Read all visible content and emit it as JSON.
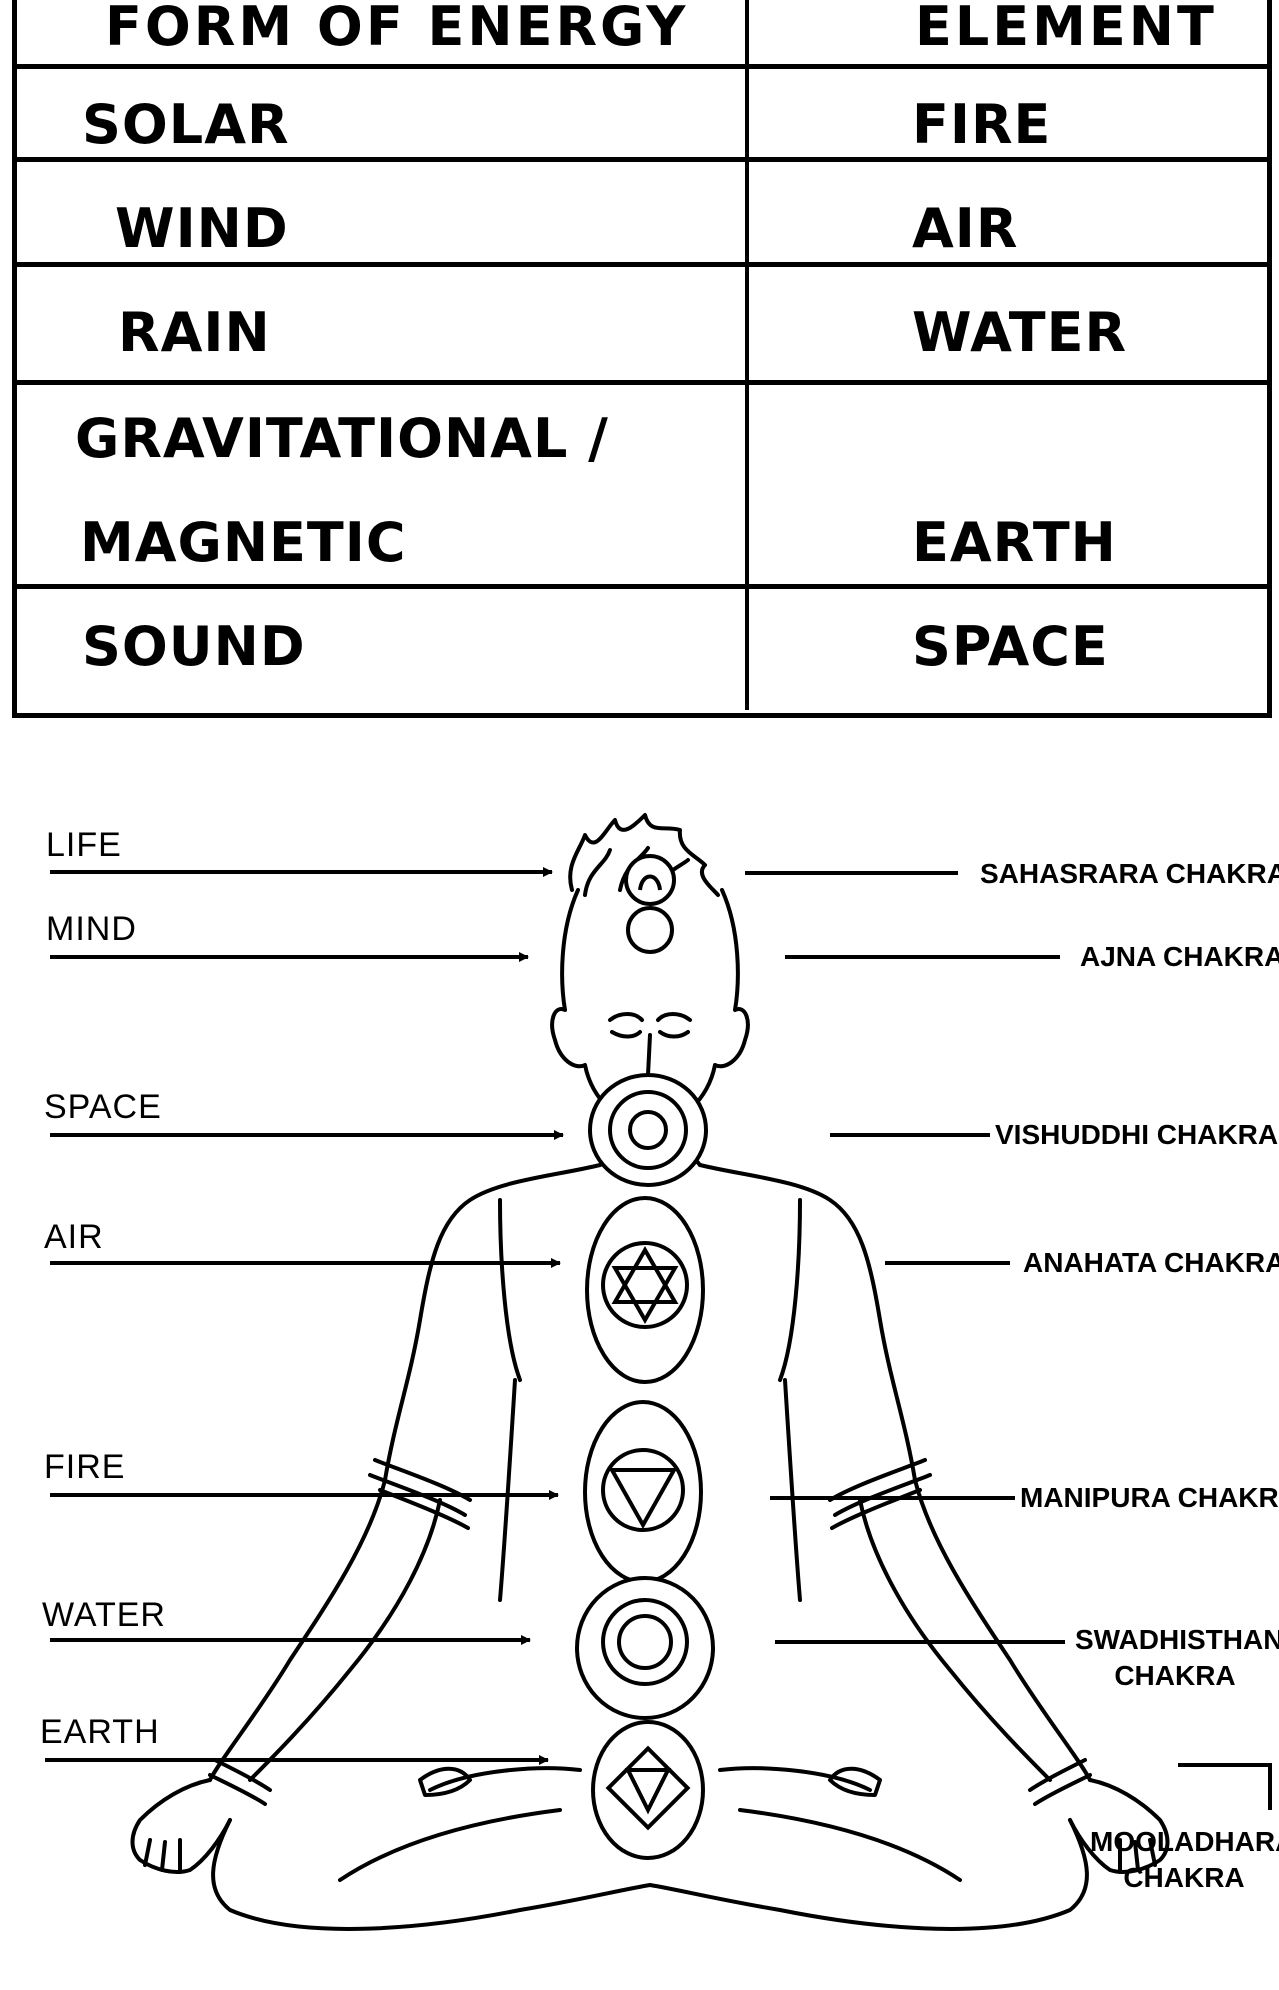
{
  "table": {
    "headers": {
      "form": "FORM OF ENERGY",
      "element": "ELEMENT"
    },
    "rows": [
      {
        "form": "SOLAR",
        "element": "FIRE"
      },
      {
        "form": "WIND",
        "element": "AIR"
      },
      {
        "form": "RAIN",
        "element": "WATER"
      },
      {
        "form_line1": "GRAVITATIONAL /",
        "form_line2": "MAGNETIC",
        "element": "EARTH"
      },
      {
        "form": "SOUND",
        "element": "SPACE"
      }
    ]
  },
  "diagram": {
    "left_labels": {
      "life": "LIFE",
      "mind": "MIND",
      "space": "SPACE",
      "air": "AIR",
      "fire": "FIRE",
      "water": "WATER",
      "earth": "EARTH"
    },
    "right_labels": {
      "sahasrara": "SAHASRARA CHAKRA",
      "ajna": "AJNA CHAKRA",
      "vishuddhi": "VISHUDDHI CHAKRA",
      "anahata": "ANAHATA CHAKRA",
      "manipura": "MANIPURA CHAKRA",
      "swadhisthana_line1": "SWADHISTHANA",
      "swadhisthana_line2": "CHAKRA",
      "mooladhara_line1": "MOOLADHARA",
      "mooladhara_line2": "CHAKRA"
    }
  }
}
